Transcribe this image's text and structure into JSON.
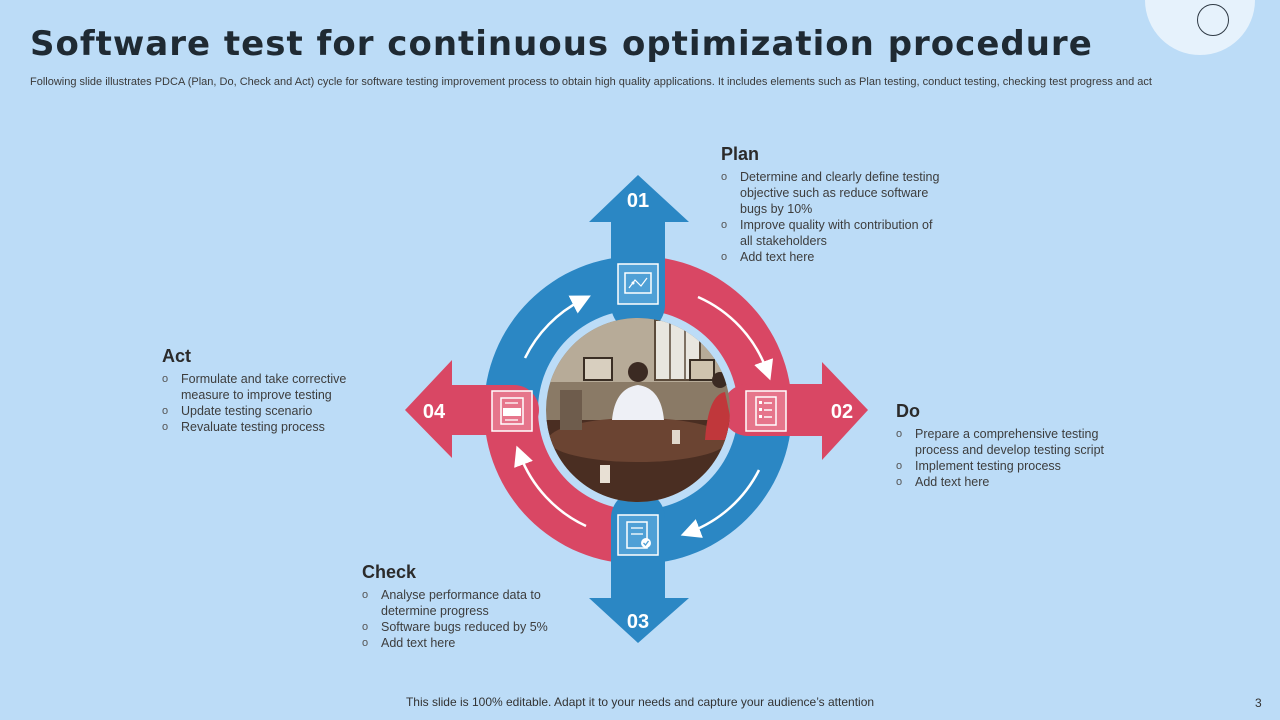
{
  "slide": {
    "title": "Software test for continuous optimization procedure",
    "subtitle": "Following slide illustrates PDCA (Plan, Do, Check and Act)  cycle for software testing improvement process to obtain high quality applications. It includes elements such as Plan testing, conduct testing, checking test progress and act",
    "footer": "This slide is 100% editable. Adapt it to your needs and capture your audience’s attention",
    "page_number": "3"
  },
  "colors": {
    "background": "#bcdcf7",
    "blue": "#2b87c4",
    "red": "#d94764"
  },
  "cycle": {
    "steps": [
      {
        "number": "01",
        "icon": "blueprint-icon",
        "color": "#2b87c4"
      },
      {
        "number": "02",
        "icon": "checklist-icon",
        "color": "#d94764"
      },
      {
        "number": "03",
        "icon": "clipboard-check-icon",
        "color": "#2b87c4"
      },
      {
        "number": "04",
        "icon": "act-document-icon",
        "color": "#d94764"
      }
    ],
    "center_image": "meeting-photo"
  },
  "plan": {
    "title": "Plan",
    "items": [
      "Determine  and  clearly  define testing objective  such as reduce software  bugs by 10%",
      "Improve  quality with contribution of all stakeholders",
      "Add text here"
    ]
  },
  "do": {
    "title": "Do",
    "items": [
      "Prepare  a comprehensive  testing process and develop  testing script",
      "Implement  testing process",
      "Add text here"
    ]
  },
  "check": {
    "title": "Check",
    "items": [
      "Analyse performance  data to determine  progress",
      "Software  bugs reduced  by 5%",
      "Add text here"
    ]
  },
  "act": {
    "title": "Act",
    "items": [
      "Formulate and  take corrective measure to improve  testing",
      "Update testing scenario",
      "Revaluate  testing process"
    ]
  }
}
